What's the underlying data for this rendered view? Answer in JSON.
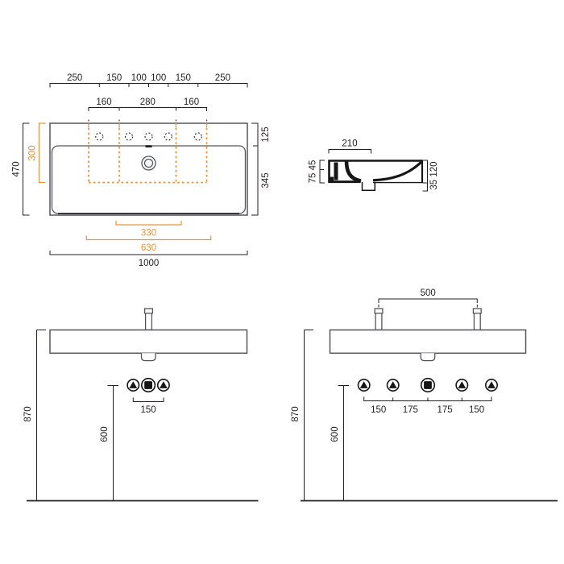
{
  "colors": {
    "accent": "#E8923C",
    "ink": "#231F20",
    "object_line": "#55565A",
    "background": "#FFFFFF"
  },
  "icons": {
    "supply_valve": "triangle-in-circle",
    "drain_outlet": "square-in-circle",
    "tap_hole": "dashed-circle",
    "waste_hole": "double-circle"
  },
  "plan": {
    "top_dims": [
      "250",
      "150",
      "100",
      "100",
      "150",
      "250"
    ],
    "hole_zone_dims": [
      "160",
      "280",
      "160"
    ],
    "depth_total": "470",
    "depth_accent": "300",
    "right_rim_depth": "125",
    "right_bowl_depth": "345",
    "bottom_accent_inner": "330",
    "bottom_accent_outer": "630",
    "width_total": "1000"
  },
  "section": {
    "rim_width": "210",
    "left_dims": "75 45",
    "right_dims": "35 120"
  },
  "elevation_single": {
    "rim_height": "870",
    "supply_height": "600",
    "supply_spacing": "150"
  },
  "elevation_double": {
    "tap_spacing": "500",
    "rim_height": "870",
    "supply_height": "600",
    "supply_spacings": [
      "150",
      "175",
      "175",
      "150"
    ]
  }
}
